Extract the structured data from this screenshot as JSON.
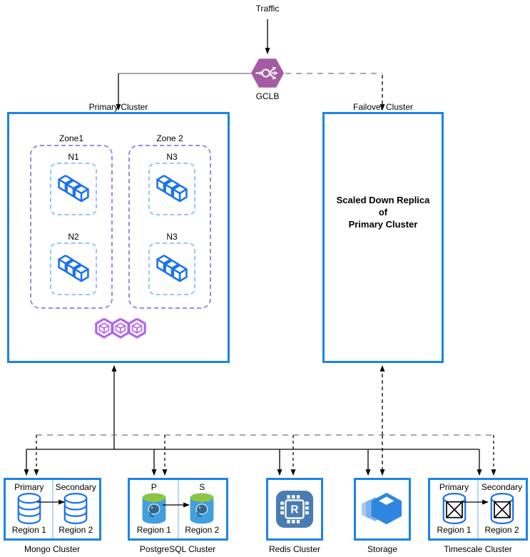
{
  "labels": {
    "traffic": "Traffic",
    "gclb": "GCLB"
  },
  "primary": {
    "title": "Primary Cluster",
    "zones": [
      {
        "label": "Zone1",
        "nodes": [
          "N1",
          "N2"
        ]
      },
      {
        "label": "Zone 2",
        "nodes": [
          "N3",
          "N3"
        ]
      }
    ]
  },
  "failover": {
    "title": "Failover Cluster",
    "body_lines": [
      "Scaled Down Replica",
      "of",
      "Primary Cluster"
    ]
  },
  "clusters": [
    {
      "name": "Mongo Cluster",
      "left_role": "Primary",
      "right_role": "Secondary",
      "left_region": "Region 1",
      "right_region": "Region 2"
    },
    {
      "name": "PostgreSQL Cluster",
      "left_role": "P",
      "right_role": "S",
      "left_region": "Region 1",
      "right_region": "Region 2"
    },
    {
      "name": "Redis Cluster"
    },
    {
      "name": "Storage"
    },
    {
      "name": "Timescale Cluster",
      "left_role": "Primary",
      "right_role": "Secondary",
      "left_region": "Region 1",
      "right_region": "Region 2"
    }
  ],
  "icons": {
    "redis_letter": "R",
    "gclb": "load-balancer-hexagon",
    "workload": "three-cube-stack",
    "pods": "three-hexagon-pods",
    "database": "cylinder-database",
    "postgres": "postgres-elephant-cylinder",
    "redis": "chip-with-r",
    "storage": "isometric-box-stack",
    "timescale": "crossed-out-database"
  },
  "colors": {
    "box_border_blue": "#1B84E7",
    "zone_border_purple": "#8F8FE8",
    "node_border_blue": "#96C7F3",
    "cube_blue": "#1A73E8",
    "pods_purple": "#B365E8",
    "gclb_purple": "#A45BA4",
    "redis_bg": "#4A7CB4",
    "storage_blue": "#2E86E0",
    "pg_body": "#41A0DC",
    "pg_top_green": "#8CC63E",
    "pg_elephant": "#31668F",
    "divider_light_blue": "#B5D7F6",
    "connector_gray": "#757575",
    "connector_black": "#000000"
  }
}
